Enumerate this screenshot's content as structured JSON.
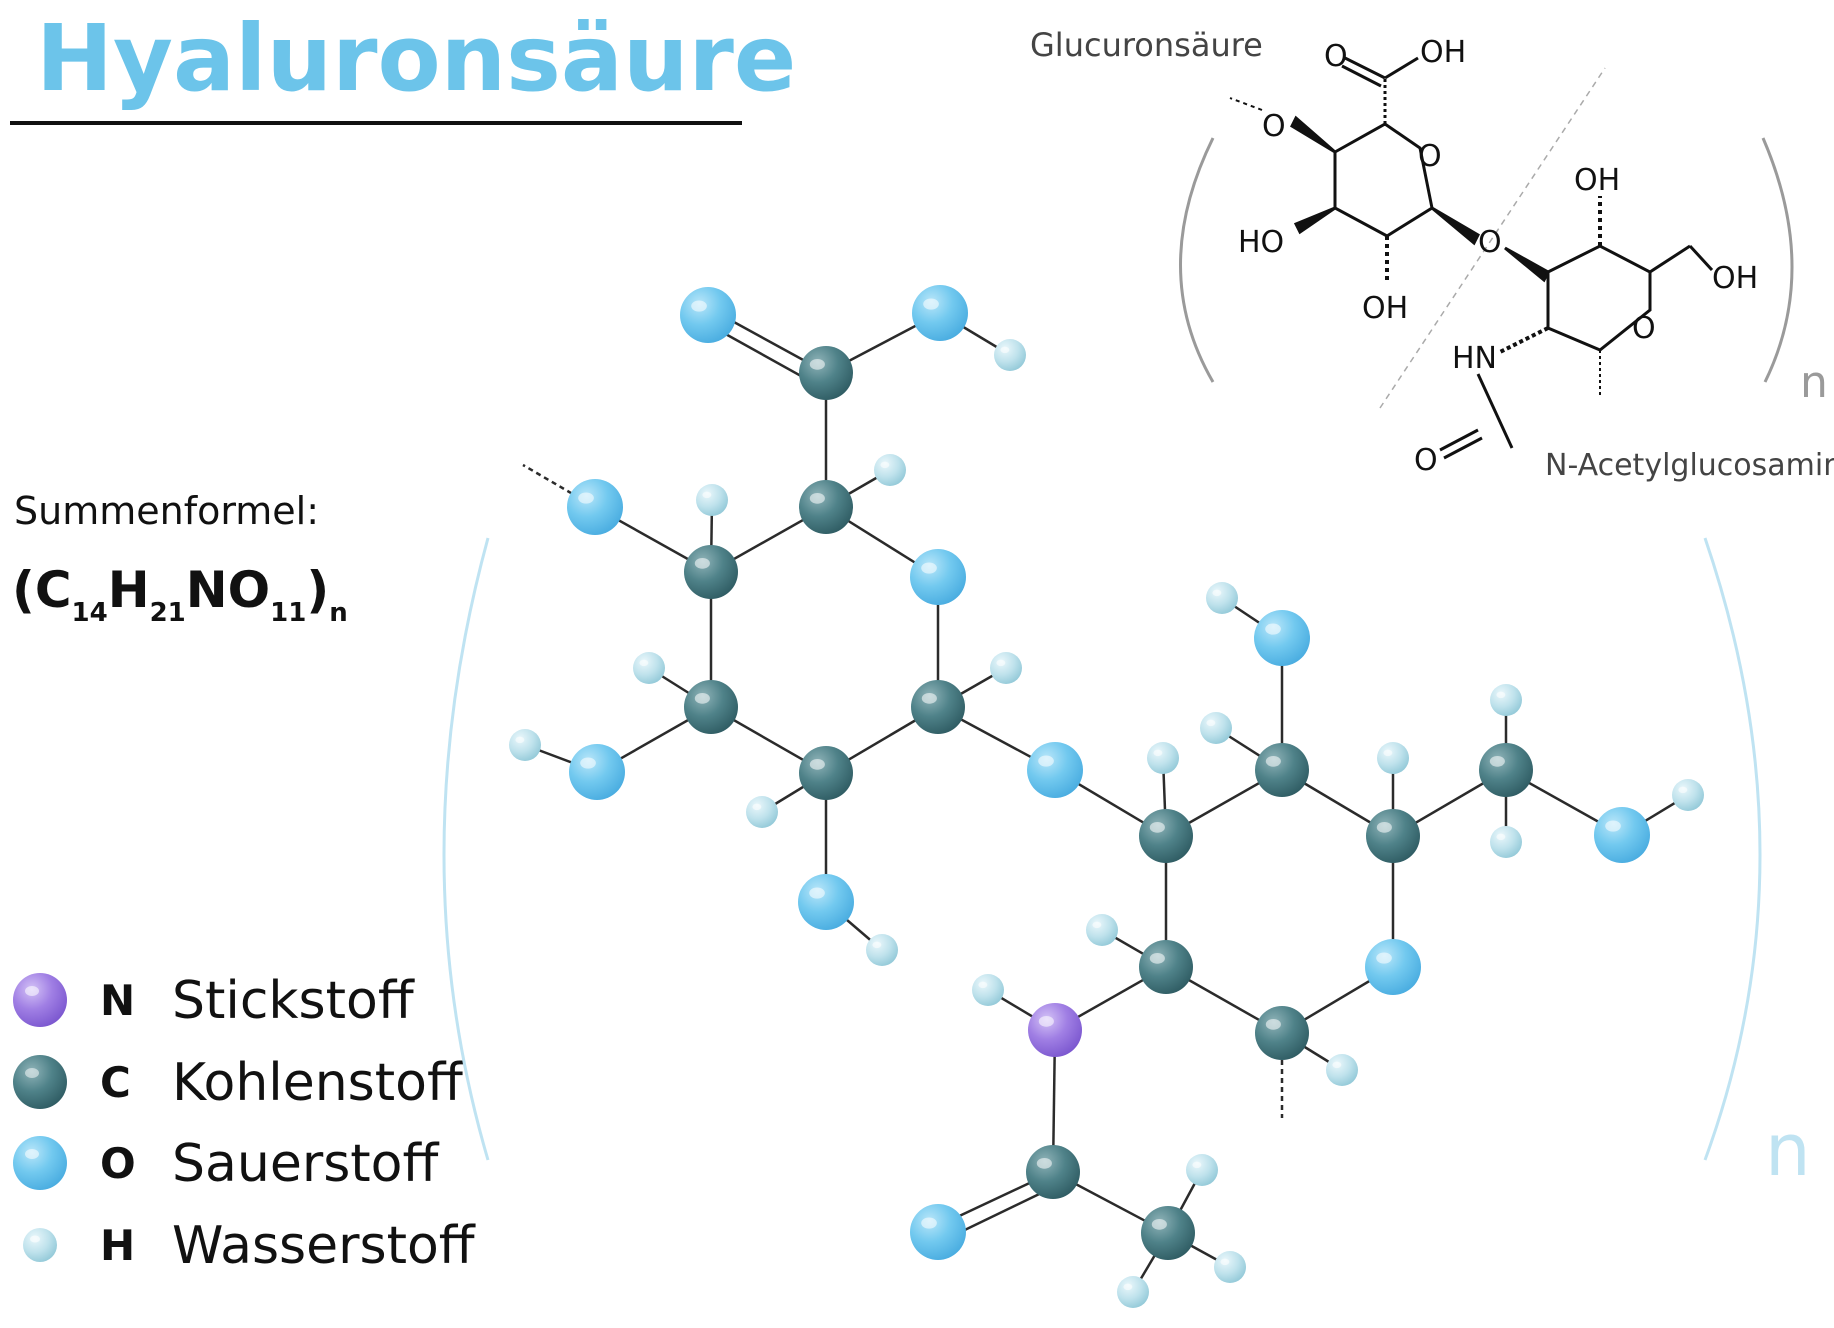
{
  "title": "Hyaluronsäure",
  "formula": {
    "heading": "Summenformel:",
    "open": "(C",
    "c_sub": "14",
    "h": "H",
    "h_sub": "21",
    "no": "NO",
    "o_sub": "11",
    "close": ")",
    "n_sub": "n"
  },
  "legend": [
    {
      "symbol": "N",
      "name": "Stickstoff",
      "color": "#9b79e0",
      "kind": "n"
    },
    {
      "symbol": "C",
      "name": "Kohlenstoff",
      "color": "#4a7c83",
      "kind": "c"
    },
    {
      "symbol": "O",
      "name": "Sauerstoff",
      "color": "#6fc8f0",
      "kind": "o"
    },
    {
      "symbol": "H",
      "name": "Wasserstoff",
      "color": "#b5dfea",
      "kind": "h"
    }
  ],
  "skeletal": {
    "glucuronic_label": "Glucuronsäure",
    "acetylglucosamine_label": "N-Acetylglucosamin",
    "repeat_n": "n",
    "atoms": {
      "O_carbonyl": "O",
      "OH_carboxyl": "OH",
      "O_ring1": "O",
      "O_link_left": "O",
      "HO_left": "HO",
      "OH_c3": "OH",
      "O_glyco": "O",
      "OH_c4": "OH",
      "OH_c6": "OH",
      "O_ring2": "O",
      "HN": "HN",
      "O_acetyl": "O"
    }
  },
  "ball_stick": {
    "repeat_n": "n"
  },
  "colors": {
    "title": "#6cc4ea",
    "carbon": "#4a7c83",
    "oxygen": "#6fc8f0",
    "hydrogen": "#b5dfea",
    "nitrogen": "#9b79e0",
    "bond": "#2b2b2b",
    "paren_light": "#bfe3f2",
    "paren_gray": "#9a9a9a"
  }
}
